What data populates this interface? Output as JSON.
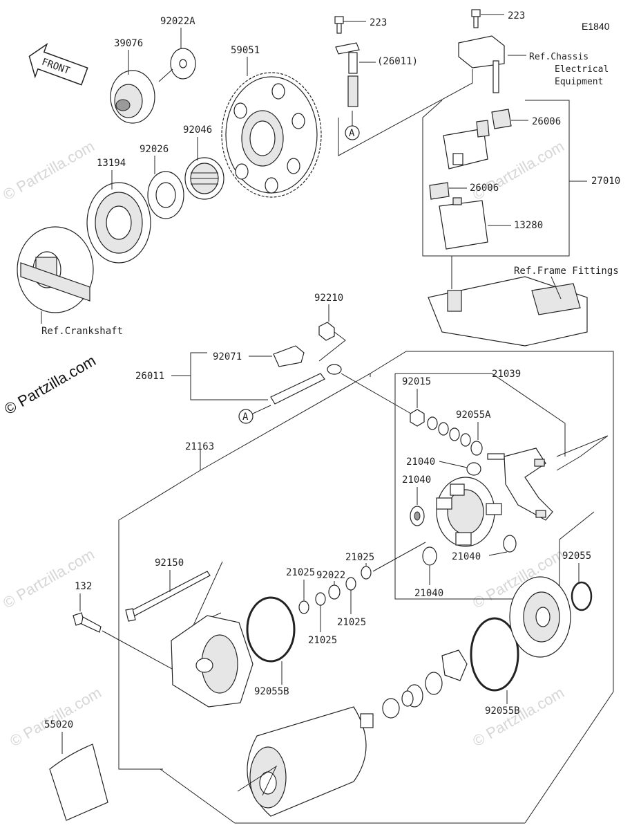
{
  "diagram": {
    "code": "E1840",
    "front_label": "FRONT",
    "brand": "© Partzilla.com",
    "watermark": "© Partzilla.com",
    "parts": {
      "p39076": "39076",
      "p92022a": "92022A",
      "p59051": "59051",
      "p223a": "223",
      "p223b": "223",
      "p26011top": "(26011)",
      "p26006a": "26006",
      "p27010": "27010",
      "p26006b": "26006",
      "p13280": "13280",
      "p92046": "92046",
      "p92026": "92026",
      "p13194": "13194",
      "p92210": "92210",
      "p92071": "92071",
      "p26011": "26011",
      "p92015": "92015",
      "p21039": "21039",
      "p92055a": "92055A",
      "p21040a": "21040",
      "p21040b": "21040",
      "p21040c": "21040",
      "p21040d": "21040",
      "p21163": "21163",
      "p21025a": "21025",
      "p92022": "92022",
      "p21025b": "21025",
      "p21025c": "21025",
      "p21025d": "21025",
      "p92150": "92150",
      "p132": "132",
      "p92055": "92055",
      "p92055b1": "92055B",
      "p92055b2": "92055B",
      "p55020": "55020"
    },
    "refs": {
      "chassis_line1": "Ref.Chassis",
      "chassis_line2": "Electrical",
      "chassis_line3": "Equipment",
      "frame": "Ref.Frame Fittings",
      "crankshaft": "Ref.Crankshaft"
    },
    "markers": {
      "a_top": "A",
      "a_mid": "A"
    }
  }
}
